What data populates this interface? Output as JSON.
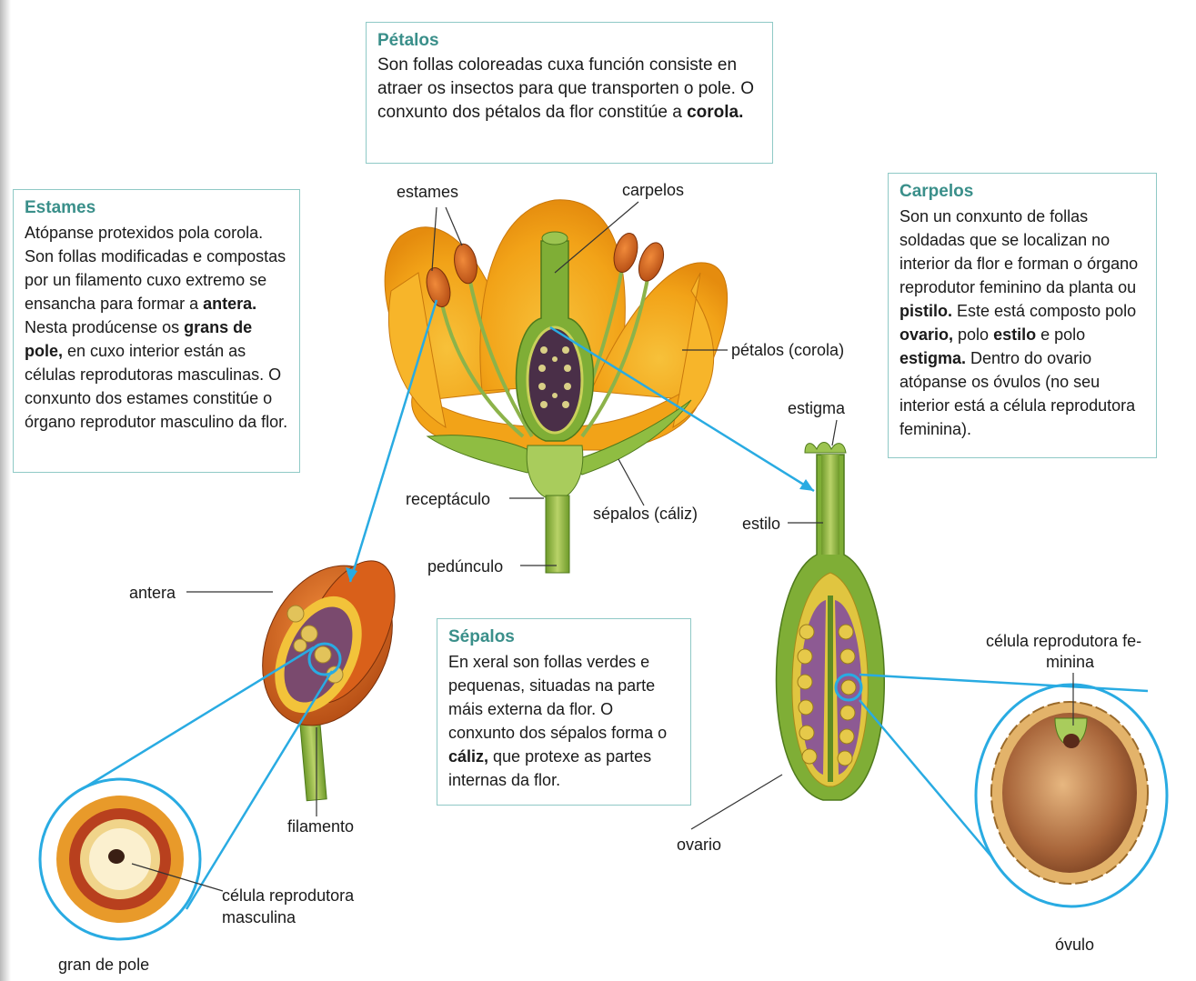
{
  "boxes": {
    "petalos": {
      "title": "Pétalos",
      "t1": "Son follas coloreadas cuxa función consiste en atraer os insectos para que transporten o pole. O conxunto dos pétalos da flor constitúe a ",
      "b1": "corola."
    },
    "estames": {
      "title": "Estames",
      "t1": "Atópanse protexidos pola corola. Son follas modificadas e compostas por un filamento cuxo extremo se ensancha para formar a ",
      "b1": "antera.",
      "t2": " Nesta prodúcense os ",
      "b2": "grans de pole,",
      "t3": " en cuxo interior están as células reprodutoras masculinas. O conxunto dos estames constitúe o órgano reprodutor masculino da flor."
    },
    "carpelos": {
      "title": "Carpelos",
      "t1": "Son un conxunto de follas soldadas que se localizan no interior da flor e forman o órgano reprodutor feminino da planta ou ",
      "b1": "pistilo.",
      "t2": " Este está composto polo ",
      "b2": "ovario,",
      "t3": " polo ",
      "b3": "estilo",
      "t4": " e polo ",
      "b4": "estigma.",
      "t5": " Dentro do ovario atópanse os óvulos (no seu interior está a célula reprodutora feminina)."
    },
    "sepalos": {
      "title": "Sépalos",
      "t1": "En xeral son follas verdes e pequenas, situadas na parte máis externa da flor. O conxunto dos sépalos forma o ",
      "b1": "cáliz,",
      "t2": " que protexe as partes internas da flor."
    }
  },
  "labels": {
    "estames": "estames",
    "carpelos": "carpelos",
    "petalos_corola": "pétalos (corola)",
    "estigma": "estigma",
    "estilo": "estilo",
    "receptaculo": "receptáculo",
    "sepalos_caliz": "sépalos (cáliz)",
    "peduncula": "pedúnculo",
    "antera": "antera",
    "filamento": "filamento",
    "celula_masculina_1": "célula reprodutora",
    "celula_masculina_2": "masculina",
    "gran_de_pole": "gran de pole",
    "ovario": "ovario",
    "celula_feminina_1": "célula reprodutora fe-",
    "celula_feminina_2": "minina",
    "ovulo": "óvulo"
  },
  "colors": {
    "box_border": "#8fc9c6",
    "title": "#3a8f8a",
    "pointer": "#29abe2",
    "petal": "#f3a51c",
    "green": "#7aa72e",
    "purple": "#8d5a93"
  }
}
